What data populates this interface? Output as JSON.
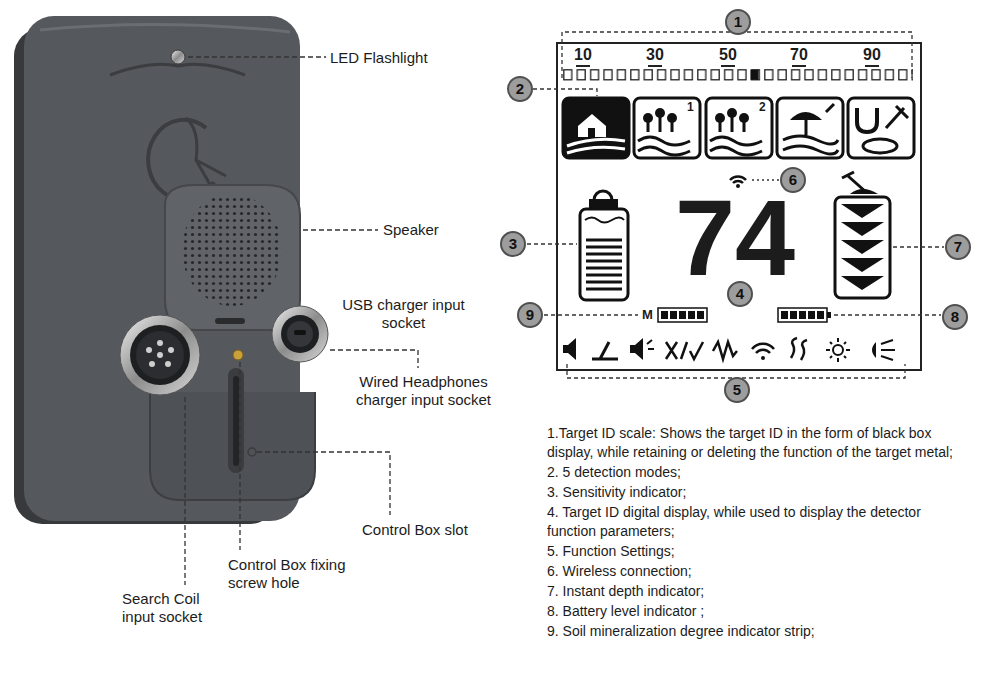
{
  "diagram": {
    "nodes": [
      {
        "text": [
          "1"
        ]
      },
      {
        "text": [
          "2"
        ]
      },
      {
        "text": [
          "6"
        ]
      },
      {
        "text": [
          "3"
        ]
      },
      {
        "text": [
          "7"
        ]
      },
      {
        "text": [
          "4"
        ]
      },
      {
        "text": [
          "9"
        ]
      },
      {
        "text": [
          "8"
        ]
      },
      {
        "text": [
          "5"
        ]
      }
    ],
    "labels": [
      "LED Flashlight",
      "Speaker",
      "USB charger input socket",
      "Wired Headphones charger input socket",
      "Control Box slot",
      "Control Box fixing screw hole",
      "Search Coil input socket",
      "10",
      "30",
      "50",
      "70",
      "90",
      "1",
      "2",
      "74",
      "M",
      "1.Target ID scale: Shows the target ID in the form of black box display, while retaining or deleting the function of the target metal;",
      "2. 5 detection modes;",
      "3. Sensitivity indicator;",
      "4. Target ID digital display, while used to display the detector function parameters;",
      "5. Function Settings;",
      "6. Wireless connection;",
      "7. Instant depth indicator;",
      "8. Battery level indicator ;",
      "9. Soil mineralization degree indicator strip;"
    ]
  }
}
